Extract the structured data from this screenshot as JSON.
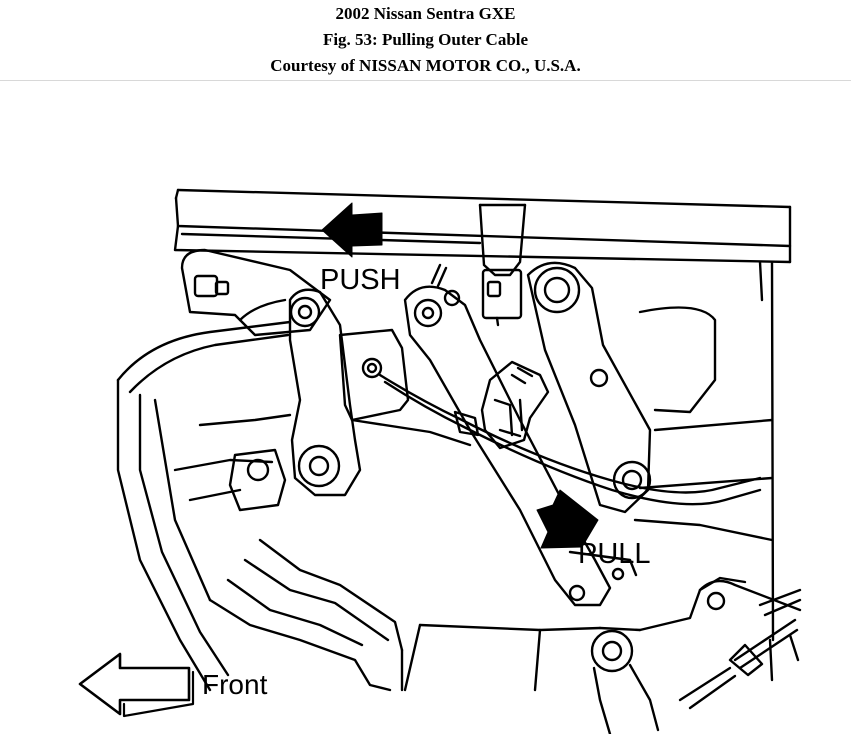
{
  "header": {
    "line1": "2002 Nissan Sentra GXE",
    "line2": "Fig. 53: Pulling Outer Cable",
    "line3": "Courtesy of NISSAN MOTOR CO., U.S.A."
  },
  "figure": {
    "labels": {
      "push": "PUSH",
      "pull": "PULL",
      "front": "Front"
    }
  }
}
